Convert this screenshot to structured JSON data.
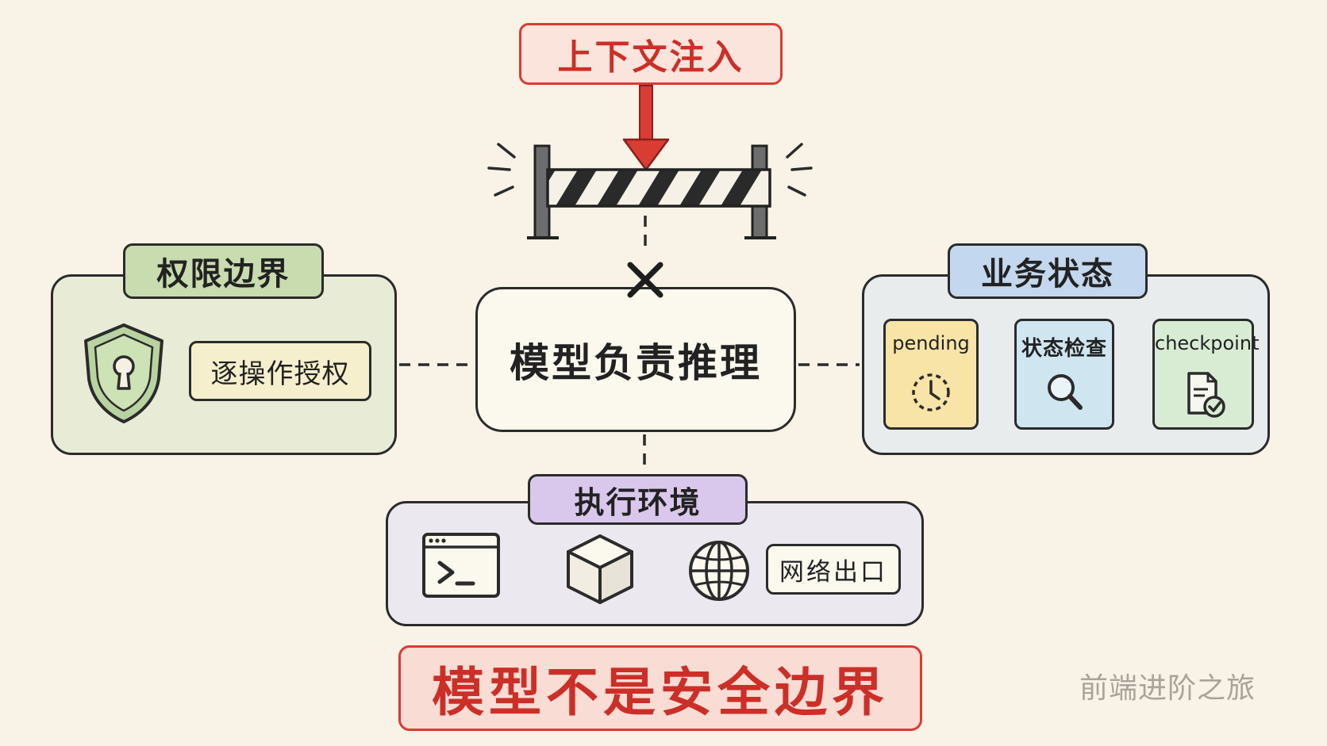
{
  "top": {
    "injection_label": "上下文注入"
  },
  "permission": {
    "title": "权限边界",
    "item": "逐操作授权"
  },
  "center": {
    "label": "模型负责推理"
  },
  "business": {
    "title": "业务状态",
    "steps": [
      "pending",
      "状态检查",
      "checkpoint"
    ]
  },
  "environment": {
    "title": "执行环境",
    "network": "网络出口"
  },
  "footer": {
    "label": "模型不是安全边界"
  },
  "watermark": "前端进阶之旅",
  "colors": {
    "red": "#d83c33",
    "green_tag": "#c8dcaf",
    "blue_tag": "#c3d8ee",
    "purple_tag": "#dac8ec",
    "background": "#f8f3e6"
  },
  "icons": [
    "down-arrow-icon",
    "barrier-icon",
    "blocked-x-icon",
    "shield-keyhole-icon",
    "clock-icon",
    "search-icon",
    "document-check-icon",
    "terminal-icon",
    "cube-icon",
    "globe-icon"
  ]
}
